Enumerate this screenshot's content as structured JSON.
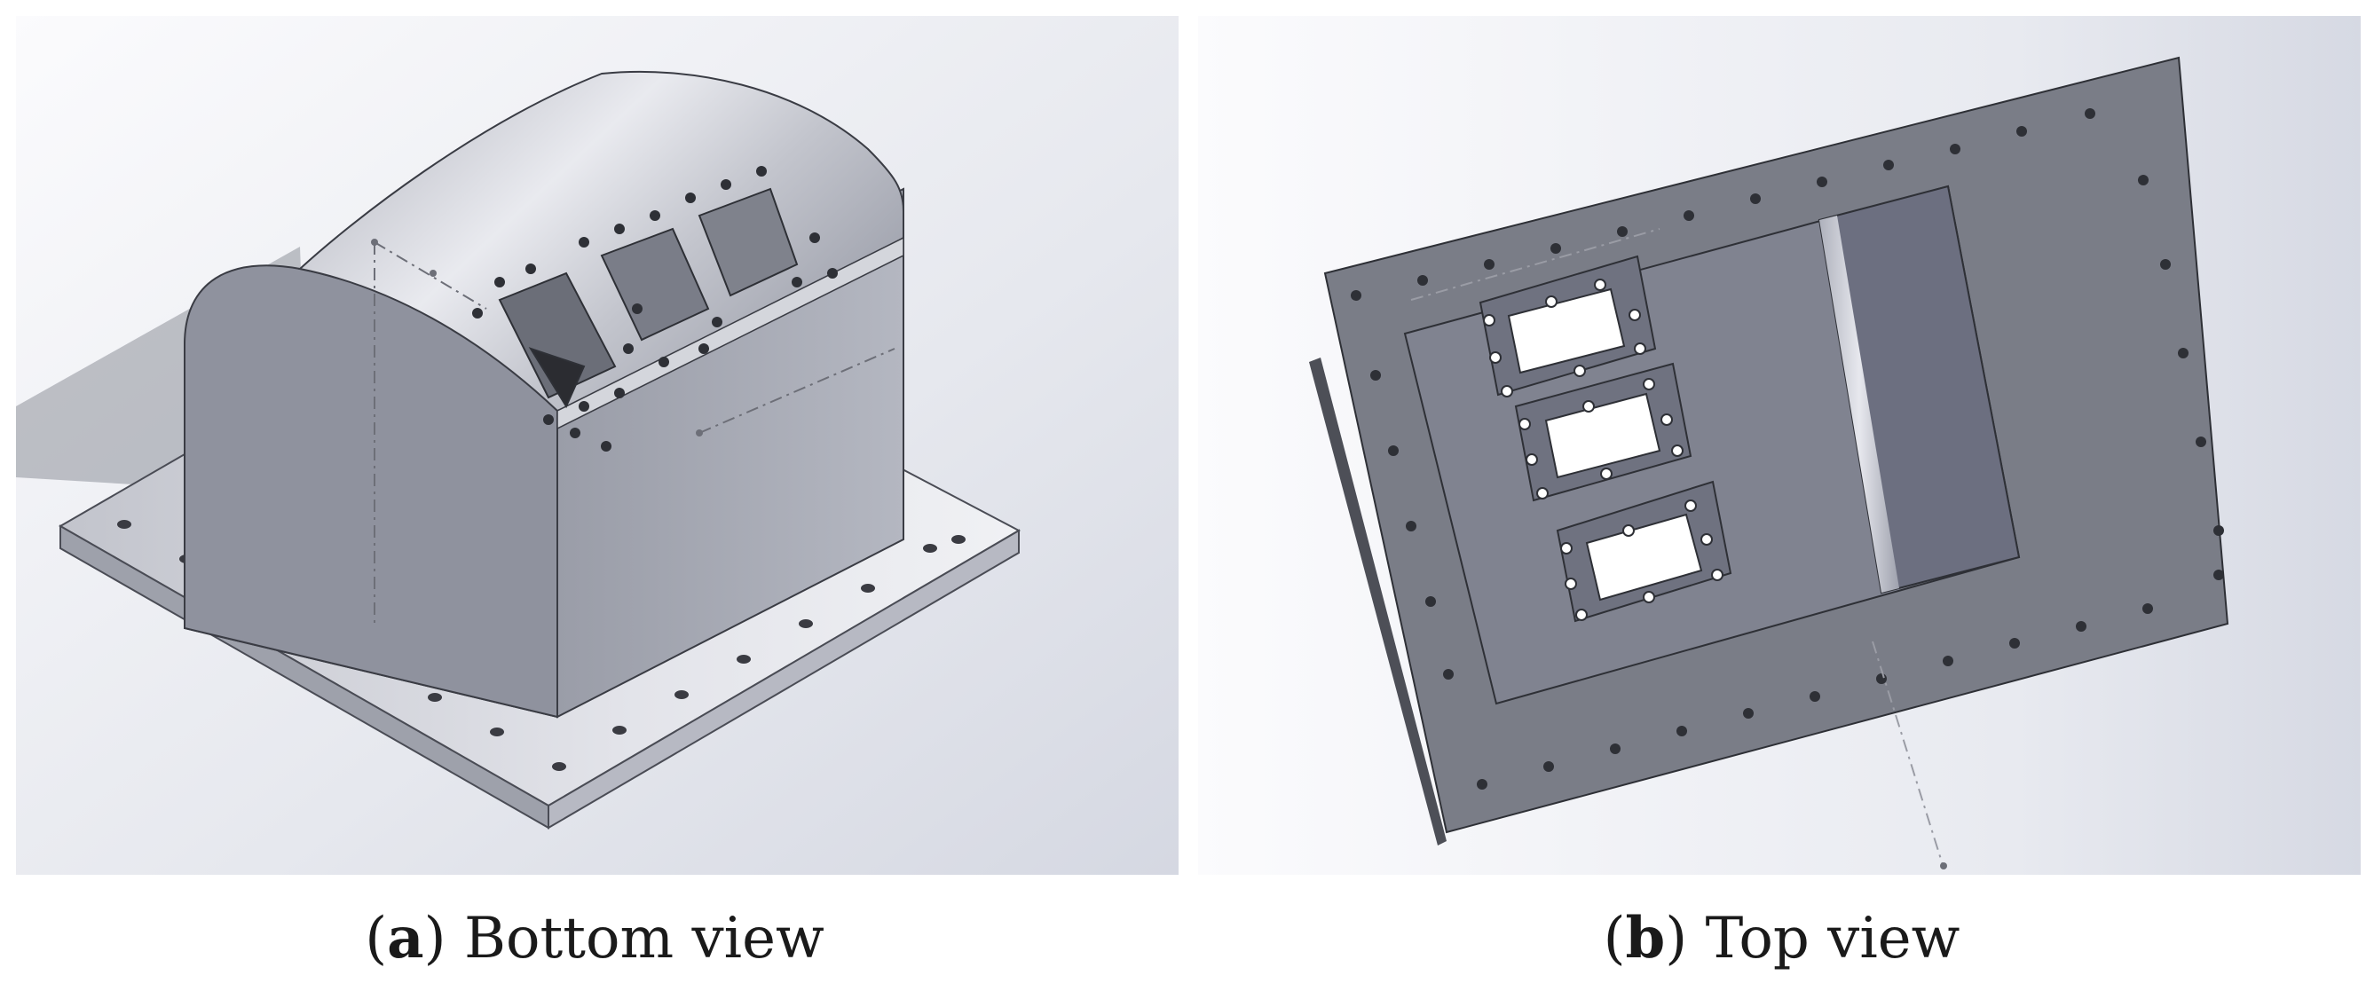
{
  "figure": {
    "panels": [
      {
        "id": "a",
        "letter": "a",
        "caption": "Bottom view"
      },
      {
        "id": "b",
        "letter": "b",
        "caption": "Top view"
      }
    ]
  },
  "colors": {
    "background_light": "#f5f6f8",
    "background_shade": "#d9dce6",
    "metal_light": "#c9cbd4",
    "metal_mid": "#9ea1ad",
    "metal_dark": "#70737f",
    "plate_top": "#7a7d87",
    "hole": "#2a2b30"
  }
}
